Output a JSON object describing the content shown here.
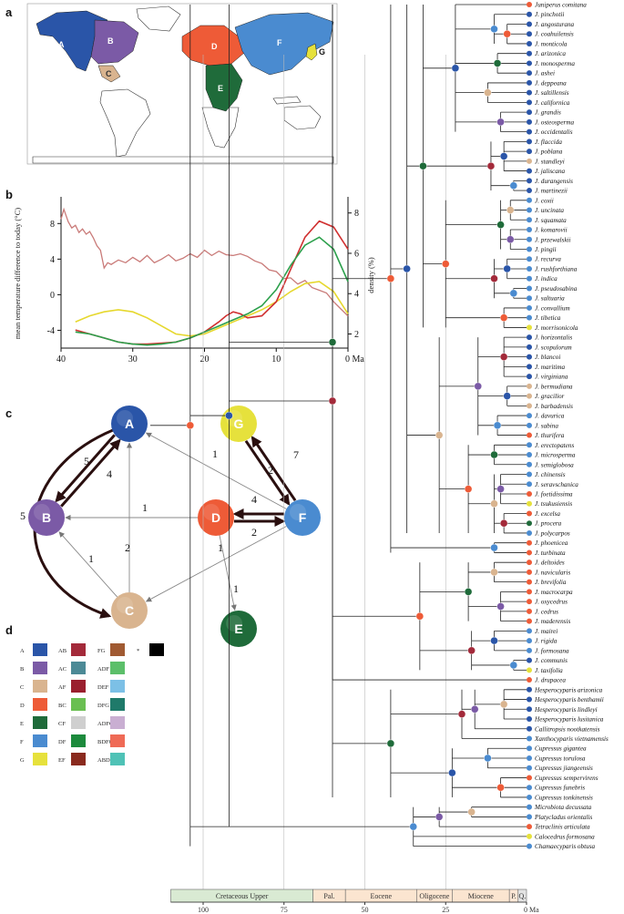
{
  "panels": {
    "a": "a",
    "b": "b",
    "c": "c",
    "d": "d"
  },
  "colors": {
    "A": "#2a55a8",
    "B": "#7b5aa6",
    "C": "#d9b48f",
    "D": "#ee5b37",
    "E": "#1f6b3a",
    "F": "#4a8bd0",
    "G": "#e6e13c"
  },
  "map": {
    "regions": [
      {
        "key": "A",
        "label": "A"
      },
      {
        "key": "B",
        "label": "B"
      },
      {
        "key": "C",
        "label": "C"
      },
      {
        "key": "D",
        "label": "D"
      },
      {
        "key": "E",
        "label": "E"
      },
      {
        "key": "F",
        "label": "F"
      },
      {
        "key": "G",
        "label": "G"
      }
    ]
  },
  "chart_data": {
    "type": "line",
    "xlabel": "Ma",
    "x_ticks": [
      "40",
      "30",
      "20",
      "10",
      "0 Ma"
    ],
    "xlim": [
      40,
      0
    ],
    "y_left": {
      "label": "mean temperature difference to today (°C)",
      "ticks": [
        "8",
        "4",
        "0",
        "-4"
      ],
      "lim": [
        -6,
        11
      ]
    },
    "y_right": {
      "label": "density (%)",
      "ticks": [
        "8",
        "6",
        "4",
        "2"
      ],
      "lim": [
        1.3,
        8.8
      ]
    },
    "series": [
      {
        "color": "#c97a78",
        "axis": "left",
        "x": [
          40,
          39.6,
          39,
          38.5,
          38,
          37.5,
          37,
          36.5,
          36,
          35.5,
          35,
          34.5,
          34,
          33.5,
          33,
          32,
          31,
          30,
          29,
          28,
          27,
          26,
          25,
          24,
          23,
          22,
          21,
          20,
          19,
          18,
          17,
          16,
          15,
          14,
          13,
          12,
          11,
          10,
          9,
          8,
          7,
          6,
          5,
          4,
          3,
          2,
          1,
          0
        ],
        "y": [
          8.5,
          9.6,
          8.2,
          7.5,
          7.8,
          7.0,
          7.4,
          6.8,
          7.1,
          6.4,
          5.5,
          5.0,
          3.0,
          3.6,
          3.4,
          3.9,
          3.6,
          4.2,
          3.7,
          4.4,
          3.6,
          4.0,
          4.5,
          3.8,
          4.1,
          4.6,
          4.2,
          5.0,
          4.4,
          4.9,
          4.5,
          4.4,
          4.6,
          4.3,
          3.8,
          3.5,
          2.8,
          2.6,
          1.8,
          1.9,
          1.2,
          1.6,
          0.8,
          0.5,
          0.2,
          -0.8,
          -1.6,
          -2.4
        ]
      },
      {
        "color": "#e6d82e",
        "axis": "right",
        "x": [
          38,
          36,
          34,
          32,
          30,
          28,
          26,
          24,
          22,
          20,
          18,
          16,
          14,
          12,
          10,
          8,
          6,
          4,
          2,
          0
        ],
        "y": [
          2.6,
          2.9,
          3.1,
          3.2,
          3.1,
          2.8,
          2.4,
          2.0,
          1.9,
          2.0,
          2.3,
          2.6,
          2.9,
          3.2,
          3.6,
          4.1,
          4.5,
          4.6,
          4.1,
          3.0
        ]
      },
      {
        "color": "#d03030",
        "axis": "right",
        "x": [
          38,
          36,
          34,
          32,
          30,
          28,
          26,
          24,
          22,
          20,
          18,
          17,
          16,
          15,
          14,
          12,
          10,
          8,
          6,
          4,
          2,
          0
        ],
        "y": [
          2.2,
          2.0,
          1.8,
          1.6,
          1.5,
          1.5,
          1.55,
          1.6,
          1.8,
          2.1,
          2.6,
          2.9,
          3.1,
          3.0,
          2.8,
          2.9,
          3.6,
          5.2,
          6.8,
          7.6,
          7.3,
          6.2
        ]
      },
      {
        "color": "#2ca04c",
        "axis": "right",
        "x": [
          38,
          36,
          34,
          32,
          30,
          28,
          26,
          24,
          22,
          20,
          18,
          16,
          14,
          12,
          10,
          8,
          6,
          4,
          2,
          0
        ],
        "y": [
          2.1,
          2.0,
          1.8,
          1.6,
          1.5,
          1.45,
          1.5,
          1.6,
          1.8,
          2.1,
          2.4,
          2.7,
          3.0,
          3.4,
          4.2,
          5.4,
          6.4,
          6.8,
          6.2,
          4.6
        ]
      }
    ]
  },
  "graph": {
    "nodes": [
      {
        "id": "A",
        "label": "A"
      },
      {
        "id": "B",
        "label": "B"
      },
      {
        "id": "C",
        "label": "C"
      },
      {
        "id": "D",
        "label": "D"
      },
      {
        "id": "E",
        "label": "E"
      },
      {
        "id": "F",
        "label": "F"
      },
      {
        "id": "G",
        "label": "G"
      }
    ],
    "edges": [
      {
        "from": "B",
        "to": "A",
        "label": "5"
      },
      {
        "from": "A",
        "to": "B",
        "label": "4"
      },
      {
        "from": "A",
        "to": "C",
        "label": "5"
      },
      {
        "from": "C",
        "to": "B",
        "label": "1"
      },
      {
        "from": "C",
        "to": "A",
        "label": "2"
      },
      {
        "from": "D",
        "to": "B",
        "label": "1"
      },
      {
        "from": "D",
        "to": "F",
        "label": "4"
      },
      {
        "from": "F",
        "to": "D",
        "label": "2"
      },
      {
        "from": "D",
        "to": "E",
        "label": "1"
      },
      {
        "from": "F",
        "to": "A",
        "label": "1"
      },
      {
        "from": "F",
        "to": "G",
        "label": "7"
      },
      {
        "from": "G",
        "to": "F",
        "label": "2"
      },
      {
        "from": "F",
        "to": "C",
        "label": "1"
      }
    ]
  },
  "legend": [
    {
      "label": "A",
      "color": "#2a55a8"
    },
    {
      "label": "B",
      "color": "#7b5aa6"
    },
    {
      "label": "C",
      "color": "#d9b48f"
    },
    {
      "label": "D",
      "color": "#ee5b37"
    },
    {
      "label": "E",
      "color": "#1f6b3a"
    },
    {
      "label": "F",
      "color": "#4a8bd0"
    },
    {
      "label": "G",
      "color": "#e6e13c"
    },
    {
      "label": "AB",
      "color": "#a32a3a"
    },
    {
      "label": "AC",
      "color": "#4c8a96"
    },
    {
      "label": "AF",
      "color": "#9a1f2e"
    },
    {
      "label": "BC",
      "color": "#6abf52"
    },
    {
      "label": "CF",
      "color": "#cfcfcf"
    },
    {
      "label": "DF",
      "color": "#1c8a3c"
    },
    {
      "label": "EF",
      "color": "#8a2a1e"
    },
    {
      "label": "FG",
      "color": "#a05a32"
    },
    {
      "label": "ADF",
      "color": "#5cbf6a"
    },
    {
      "label": "DEF",
      "color": "#7cc0e6"
    },
    {
      "label": "DFG",
      "color": "#1f7a6a"
    },
    {
      "label": "ADFG",
      "color": "#c9aed2"
    },
    {
      "label": "BDFG",
      "color": "#ef6a56"
    },
    {
      "label": "ABDFG",
      "color": "#4fc2b6"
    },
    {
      "label": "*",
      "color": "#000000"
    }
  ],
  "tree": {
    "tips": [
      {
        "name": "Juniperus comitana",
        "c": "D"
      },
      {
        "name": "J. pinchotii",
        "c": "A"
      },
      {
        "name": "J. angosturana",
        "c": "A"
      },
      {
        "name": "J. coahuilensis",
        "c": "A"
      },
      {
        "name": "J. monticola",
        "c": "A"
      },
      {
        "name": "J. arizonica",
        "c": "A"
      },
      {
        "name": "J. monosperma",
        "c": "A"
      },
      {
        "name": "J. ashei",
        "c": "A"
      },
      {
        "name": "J. deppeana",
        "c": "A"
      },
      {
        "name": "J. saltillensis",
        "c": "A"
      },
      {
        "name": "J. californica",
        "c": "A"
      },
      {
        "name": "J. grandis",
        "c": "A"
      },
      {
        "name": "J. osteosperma",
        "c": "A"
      },
      {
        "name": "J. occidentalis",
        "c": "A"
      },
      {
        "name": "J. flaccida",
        "c": "A"
      },
      {
        "name": "J. poblana",
        "c": "A"
      },
      {
        "name": "J. standleyi",
        "c": "C"
      },
      {
        "name": "J. jaliscana",
        "c": "A"
      },
      {
        "name": "J. durangensis",
        "c": "A"
      },
      {
        "name": "J. martinezii",
        "c": "A"
      },
      {
        "name": "J. coxii",
        "c": "F"
      },
      {
        "name": "J. uncinata",
        "c": "F"
      },
      {
        "name": "J. squamata",
        "c": "F"
      },
      {
        "name": "J. komarovii",
        "c": "F"
      },
      {
        "name": "J. przewalskii",
        "c": "F"
      },
      {
        "name": "J. pingii",
        "c": "F"
      },
      {
        "name": "J. recurva",
        "c": "F"
      },
      {
        "name": "J. rushforthiana",
        "c": "F"
      },
      {
        "name": "J. indica",
        "c": "F"
      },
      {
        "name": "J. pseudosabina",
        "c": "F"
      },
      {
        "name": "J. saltuaria",
        "c": "F"
      },
      {
        "name": "J. convallium",
        "c": "F"
      },
      {
        "name": "J. tibetica",
        "c": "F"
      },
      {
        "name": "J. morrisonicola",
        "c": "G"
      },
      {
        "name": "J. horizontalis",
        "c": "A"
      },
      {
        "name": "J. scopulorum",
        "c": "A"
      },
      {
        "name": "J. blancoi",
        "c": "A"
      },
      {
        "name": "J. maritima",
        "c": "A"
      },
      {
        "name": "J. virginiana",
        "c": "A"
      },
      {
        "name": "J. bermudiana",
        "c": "C"
      },
      {
        "name": "J. gracilior",
        "c": "C"
      },
      {
        "name": "J. barbadensis",
        "c": "C"
      },
      {
        "name": "J. davurica",
        "c": "F"
      },
      {
        "name": "J. sabina",
        "c": "F"
      },
      {
        "name": "J. thurifera",
        "c": "D"
      },
      {
        "name": "J. erectopatens",
        "c": "F"
      },
      {
        "name": "J. microsperma",
        "c": "F"
      },
      {
        "name": "J. semiglobosa",
        "c": "F"
      },
      {
        "name": "J. chinensis",
        "c": "F"
      },
      {
        "name": "J. seravschanica",
        "c": "F"
      },
      {
        "name": "J. foetidissima",
        "c": "D"
      },
      {
        "name": "J. tsukusiensis",
        "c": "G"
      },
      {
        "name": "J. excelsa",
        "c": "D"
      },
      {
        "name": "J. procera",
        "c": "E"
      },
      {
        "name": "J. polycarpos",
        "c": "F"
      },
      {
        "name": "J. phoenicea",
        "c": "D"
      },
      {
        "name": "J. turbinata",
        "c": "D"
      },
      {
        "name": "J. deltoides",
        "c": "D"
      },
      {
        "name": "J. navicularis",
        "c": "D"
      },
      {
        "name": "J. brevifolia",
        "c": "D"
      },
      {
        "name": "J. macrocarpa",
        "c": "D"
      },
      {
        "name": "J. oxycedrus",
        "c": "D"
      },
      {
        "name": "J. cedrus",
        "c": "D"
      },
      {
        "name": "J. maderensis",
        "c": "D"
      },
      {
        "name": "J. mairei",
        "c": "F"
      },
      {
        "name": "J. rigida",
        "c": "F"
      },
      {
        "name": "J. formosana",
        "c": "F"
      },
      {
        "name": "J. communis",
        "c": "A"
      },
      {
        "name": "J. taxifolia",
        "c": "G"
      },
      {
        "name": "J. drupacea",
        "c": "D"
      },
      {
        "name": "Hesperocyparis arizonica",
        "c": "A"
      },
      {
        "name": "Hesperocyparis benthamii",
        "c": "A"
      },
      {
        "name": "Hesperocyparis lindleyi",
        "c": "A"
      },
      {
        "name": "Hesperocyparis lusitanica",
        "c": "A"
      },
      {
        "name": "Callitropsis nootkatensis",
        "c": "A"
      },
      {
        "name": "Xanthocyparis vietnamensis",
        "c": "F"
      },
      {
        "name": "Cupressus gigantea",
        "c": "F"
      },
      {
        "name": "Cupressus torulosa",
        "c": "F"
      },
      {
        "name": "Cupressus jiangeensis",
        "c": "F"
      },
      {
        "name": "Cupressus sempervirens",
        "c": "D"
      },
      {
        "name": "Cupressus funebris",
        "c": "F"
      },
      {
        "name": "Cupressus tonkinensis",
        "c": "F"
      },
      {
        "name": "Microbiota decussata",
        "c": "F"
      },
      {
        "name": "Platycladus orientalis",
        "c": "F"
      },
      {
        "name": "Tetraclinis articulata",
        "c": "D"
      },
      {
        "name": "Calocedrus formosana",
        "c": "G"
      },
      {
        "name": "Chamaecyparis obtusa",
        "c": "F"
      }
    ],
    "timescale": {
      "periods": [
        "Cretaceous Upper",
        "Pal.",
        "Eocene",
        "Oligocene",
        "Miocene",
        "P.",
        "Q."
      ],
      "ticks": [
        "100",
        "75",
        "50",
        "25",
        "0 Ma"
      ]
    }
  }
}
